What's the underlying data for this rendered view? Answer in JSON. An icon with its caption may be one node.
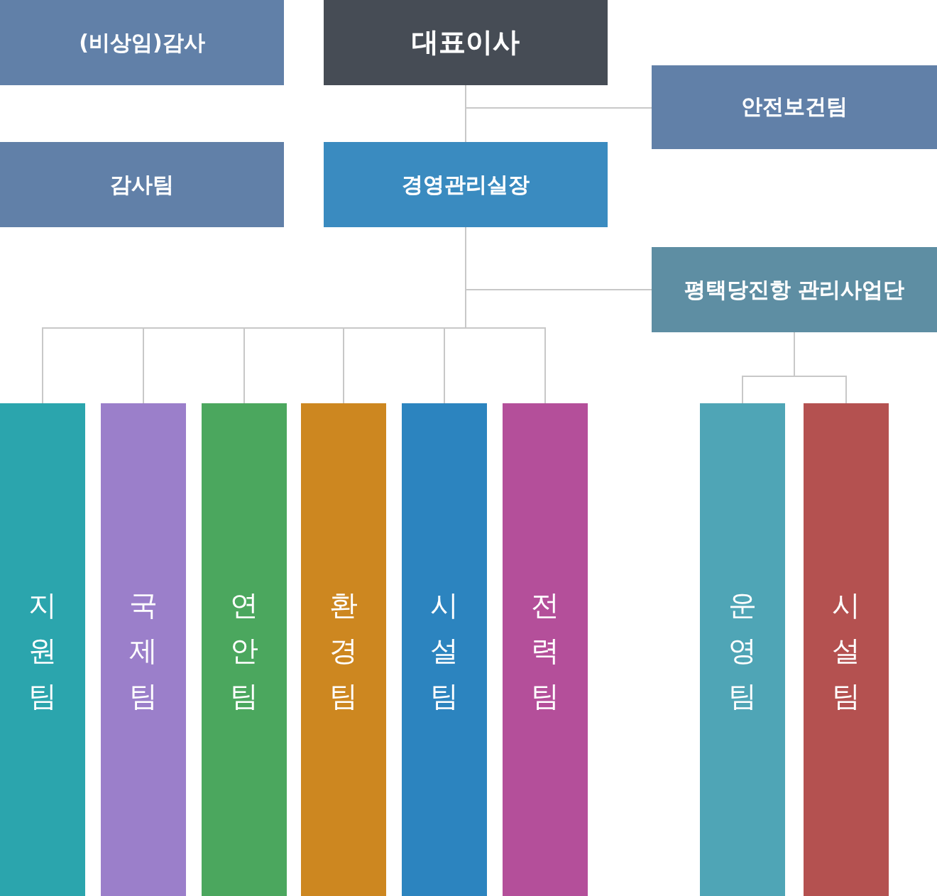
{
  "diagram": {
    "nodes": [
      {
        "text": [
          "(비상임)감사"
        ]
      },
      {
        "text": [
          "대표이사"
        ]
      },
      {
        "text": [
          "안전보건팀"
        ]
      },
      {
        "text": [
          "감사팀"
        ]
      },
      {
        "text": [
          "경영관리실장"
        ]
      },
      {
        "text": [
          "평택당진항 관리사업단"
        ]
      },
      {
        "text": [
          "지원팀"
        ]
      },
      {
        "text": [
          "국제팀"
        ]
      },
      {
        "text": [
          "연안팀"
        ]
      },
      {
        "text": [
          "환경팀"
        ]
      },
      {
        "text": [
          "시설팀"
        ]
      },
      {
        "text": [
          "전력팀"
        ]
      },
      {
        "text": [
          "운영팀"
        ]
      },
      {
        "text": [
          "시설팀"
        ]
      }
    ],
    "edges": [
      {
        "from": 1,
        "to": 2,
        "arrow": "none"
      },
      {
        "from": 1,
        "to": 4,
        "arrow": "none"
      },
      {
        "from": 4,
        "to": 5,
        "arrow": "none"
      },
      {
        "from": 4,
        "to": 6,
        "arrow": "none"
      },
      {
        "from": 4,
        "to": 7,
        "arrow": "none"
      },
      {
        "from": 4,
        "to": 8,
        "arrow": "none"
      },
      {
        "from": 4,
        "to": 9,
        "arrow": "none"
      },
      {
        "from": 4,
        "to": 10,
        "arrow": "none"
      },
      {
        "from": 4,
        "to": 11,
        "arrow": "none"
      },
      {
        "from": 5,
        "to": 12,
        "arrow": "none"
      },
      {
        "from": 5,
        "to": 13,
        "arrow": "none"
      }
    ]
  }
}
